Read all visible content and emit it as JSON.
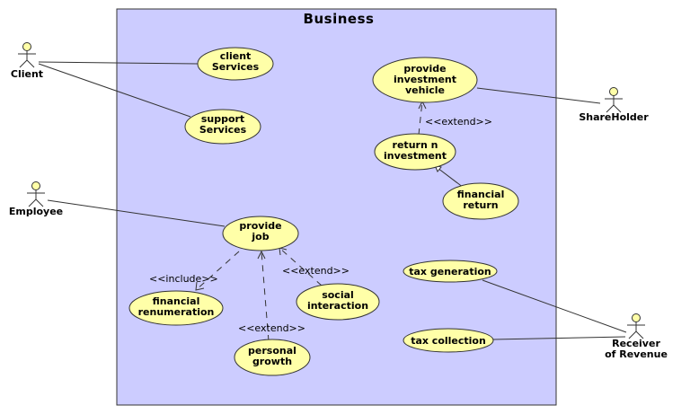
{
  "system": {
    "title": "Business"
  },
  "actors": {
    "client": "Client",
    "employee": "Employee",
    "shareholder": "ShareHolder",
    "receiver": [
      "Receiver",
      "of Revenue"
    ]
  },
  "use_cases": {
    "client_services": [
      "client",
      "Services"
    ],
    "support_services": [
      "support",
      "Services"
    ],
    "provide_investment_vehicle": [
      "provide",
      "investment",
      "vehicle"
    ],
    "return_on_investment": [
      "return n",
      "investment"
    ],
    "financial_return": [
      "financial",
      "return"
    ],
    "provide_job": [
      "provide",
      "job"
    ],
    "financial_renumeration": [
      "financial",
      "renumeration"
    ],
    "social_interaction": [
      "social",
      "interaction"
    ],
    "personal_growth": [
      "personal",
      "growth"
    ],
    "tax_generation": [
      "tax generation"
    ],
    "tax_collection": [
      "tax collection"
    ]
  },
  "stereotypes": {
    "extend_investment": "<<extend>>",
    "include_renumeration": "<<include>>",
    "extend_social": "<<extend>>",
    "extend_growth": "<<extend>>"
  },
  "colors": {
    "system_fill": "#ccccff",
    "use_case_fill": "#ffffa8",
    "actor_head_fill": "#ffffa8",
    "stroke": "#000000"
  }
}
